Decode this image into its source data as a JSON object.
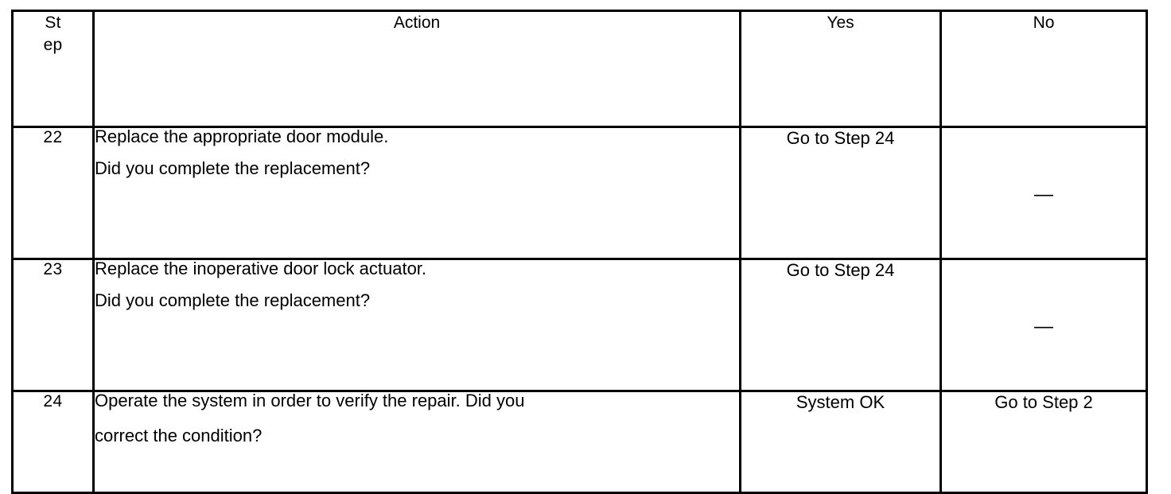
{
  "table": {
    "headers": {
      "step": "Step",
      "step_line1": "St",
      "step_line2": "ep",
      "action": "Action",
      "yes": "Yes",
      "no": "No"
    },
    "rows": [
      {
        "step": "22",
        "action_line1": "Replace the appropriate door module.",
        "action_line2": "Did you complete the replacement?",
        "yes": "Go to Step 24",
        "no": "—"
      },
      {
        "step": "23",
        "action_line1": "Replace the inoperative door lock actuator.",
        "action_line2": "Did you complete the replacement?",
        "yes": "Go to Step 24",
        "no": "—"
      },
      {
        "step": "24",
        "action_line1": "Operate the system in order to verify the repair. Did you",
        "action_line2": "correct the condition?",
        "yes": "System OK",
        "no": "Go to Step 2"
      }
    ]
  }
}
